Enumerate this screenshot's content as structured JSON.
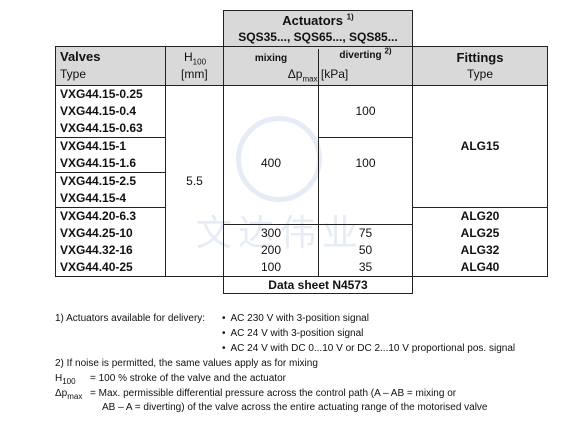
{
  "table": {
    "actuators_title": "Actuators",
    "actuators_note": "1)",
    "actuators_models": "SQS35..., SQS65..., SQS85...",
    "col_valves": "Valves",
    "col_type": "Type",
    "col_h": "H",
    "col_h_sub": "100",
    "col_h_unit": "[mm]",
    "col_mixing": "mixing",
    "col_diverting": "diverting",
    "col_diverting_note": "2)",
    "col_dp": "Δp",
    "col_dp_sub": "max",
    "col_dp_unit": "[kPa]",
    "col_fittings": "Fittings",
    "col_fittings_type": "Type",
    "valves": [
      "VXG44.15-0.25",
      "VXG44.15-0.4",
      "VXG44.15-0.63",
      "VXG44.15-1",
      "VXG44.15-1.6",
      "VXG44.15-2.5",
      "VXG44.15-4",
      "VXG44.20-6.3",
      "VXG44.25-10",
      "VXG44.32-16",
      "VXG44.40-25"
    ],
    "h100": "5.5",
    "mixing_main": "400",
    "mixing_rows": [
      "300",
      "200",
      "100"
    ],
    "diverting_1": "100",
    "diverting_2": "100",
    "diverting_rows": [
      "75",
      "50",
      "35"
    ],
    "fitting_main": "ALG15",
    "fittings_rows": [
      "ALG20",
      "ALG25",
      "ALG32",
      "ALG40"
    ],
    "data_sheet": "Data sheet  N4573"
  },
  "notes": {
    "n1_label": "1)  Actuators available for delivery:",
    "n1_items": [
      "AC 230 V with 3-position signal",
      "AC 24 V with 3-position signal",
      "AC 24 V with DC 0...10 V or DC 2...10 V proportional pos. signal"
    ],
    "n2": "2)  If noise is permitted, the same values apply as for mixing",
    "h_sym": "H",
    "h_sub": "100",
    "h_def": "=  100 % stroke of the valve and the actuator",
    "dp_sym": "Δp",
    "dp_sub": "max",
    "dp_def_1": "=  Max. permissible differential pressure across the control path (A – AB = mixing or",
    "dp_def_2": "AB – A = diverting) of the valve across the entire actuating range of the motorised valve"
  },
  "watermark": {
    "text": "文达伟业",
    "color": "#8caad2"
  }
}
